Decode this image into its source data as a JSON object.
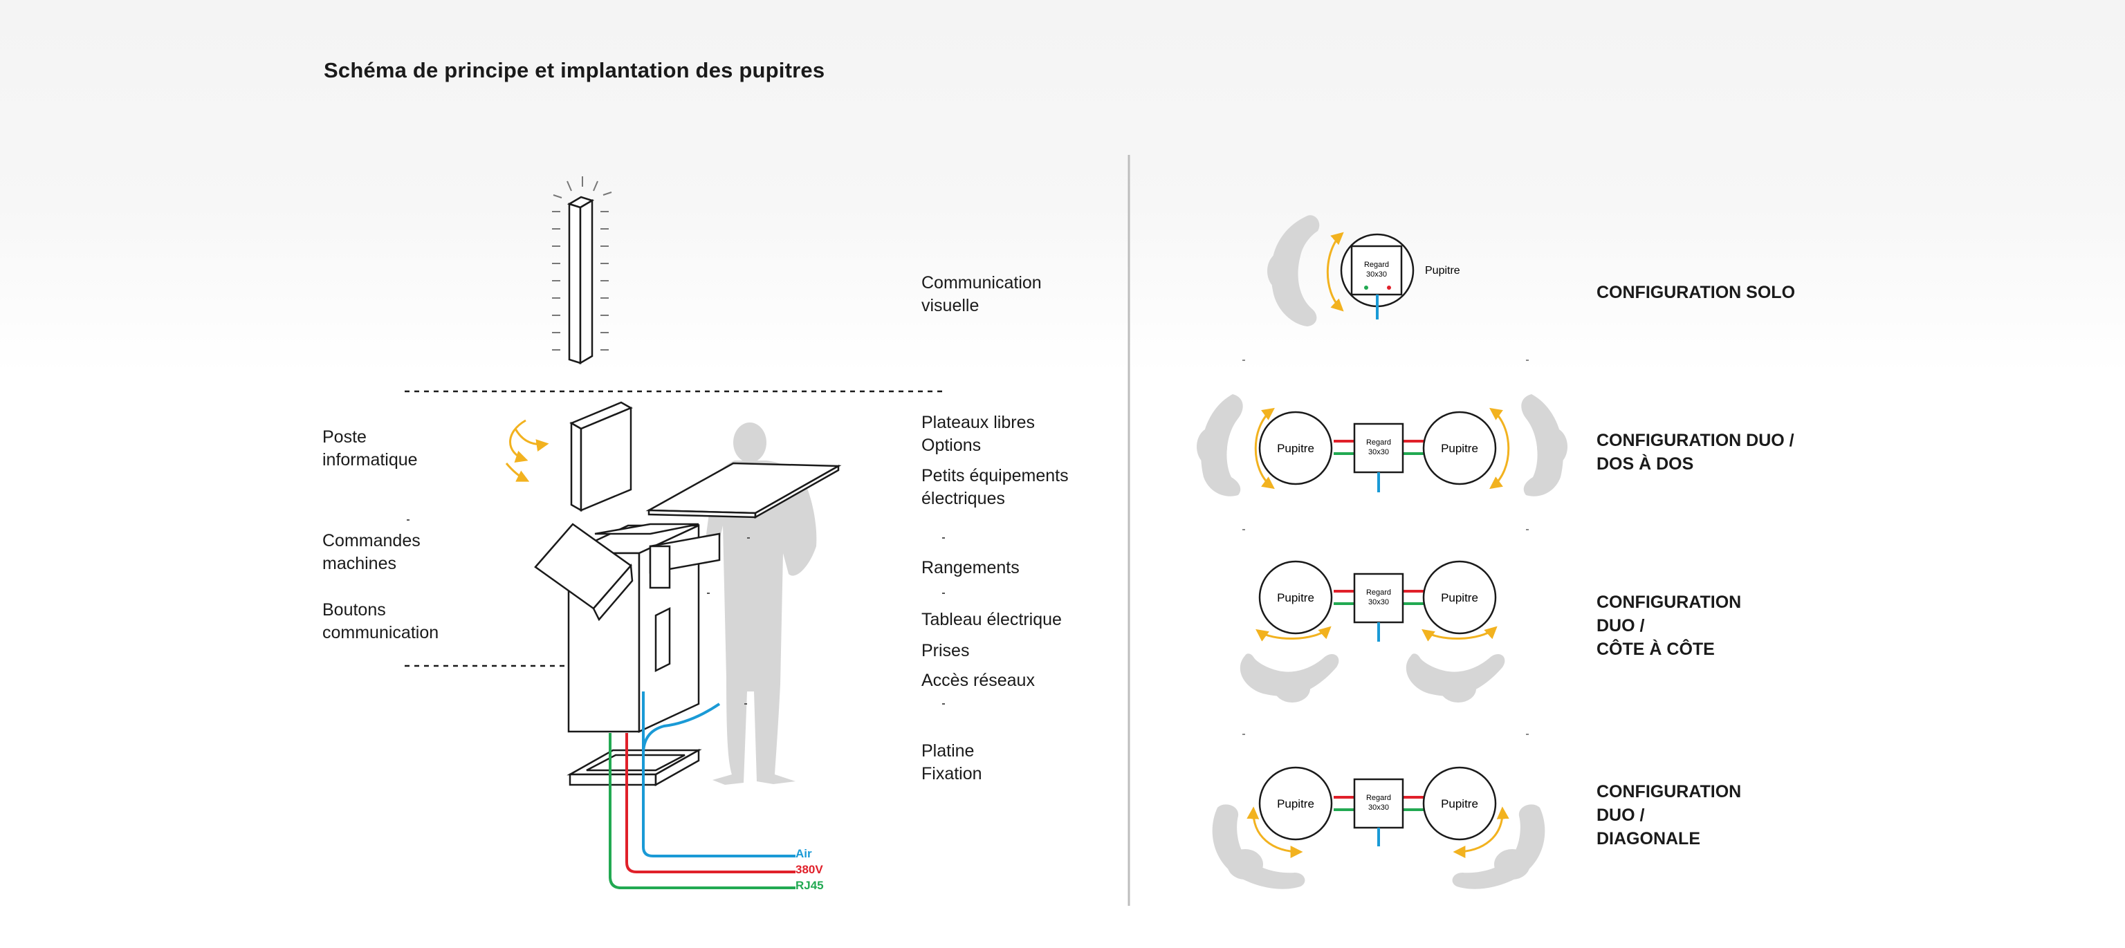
{
  "title": "Schéma de principe et implantation des pupitres",
  "left_labels": [
    {
      "id": "poste",
      "lines": [
        "Poste",
        "informatique"
      ]
    },
    {
      "id": "commandes",
      "lines": [
        "Commandes",
        "machines"
      ]
    },
    {
      "id": "boutons",
      "lines": [
        "Boutons",
        "communication"
      ]
    }
  ],
  "right_labels": [
    {
      "id": "comm",
      "lines": [
        "Communication",
        "visuelle"
      ]
    },
    {
      "id": "plateaux",
      "lines": [
        "Plateaux libres",
        "Options"
      ]
    },
    {
      "id": "petits",
      "lines": [
        "Petits équipements",
        "électriques"
      ]
    },
    {
      "id": "rangements",
      "lines": [
        "Rangements"
      ]
    },
    {
      "id": "tableau",
      "lines": [
        "Tableau électrique"
      ]
    },
    {
      "id": "prises",
      "lines": [
        "Prises"
      ]
    },
    {
      "id": "acces",
      "lines": [
        "Accès réseaux"
      ]
    },
    {
      "id": "platine",
      "lines": [
        "Platine",
        "Fixation"
      ]
    }
  ],
  "cables": [
    {
      "label": "Air",
      "color": "#1a9ad6"
    },
    {
      "label": "380V",
      "color": "#e0202a"
    },
    {
      "label": "RJ45",
      "color": "#22a952"
    }
  ],
  "colors": {
    "arrow": "#f2b21f",
    "silhouette": "#d6d6d6",
    "line": "#1a1a1a"
  },
  "regard": {
    "line1": "Regard",
    "line2": "30x30"
  },
  "pupitre_label": "Pupitre",
  "configurations": [
    {
      "id": "solo",
      "lines": [
        "CONFIGURATION SOLO"
      ]
    },
    {
      "id": "dos",
      "lines": [
        "CONFIGURATION DUO /",
        "DOS À DOS"
      ]
    },
    {
      "id": "cote",
      "lines": [
        "CONFIGURATION",
        "DUO /",
        "CÔTE À CÔTE"
      ]
    },
    {
      "id": "diag",
      "lines": [
        "CONFIGURATION",
        "DUO /",
        "DIAGONALE"
      ]
    }
  ]
}
